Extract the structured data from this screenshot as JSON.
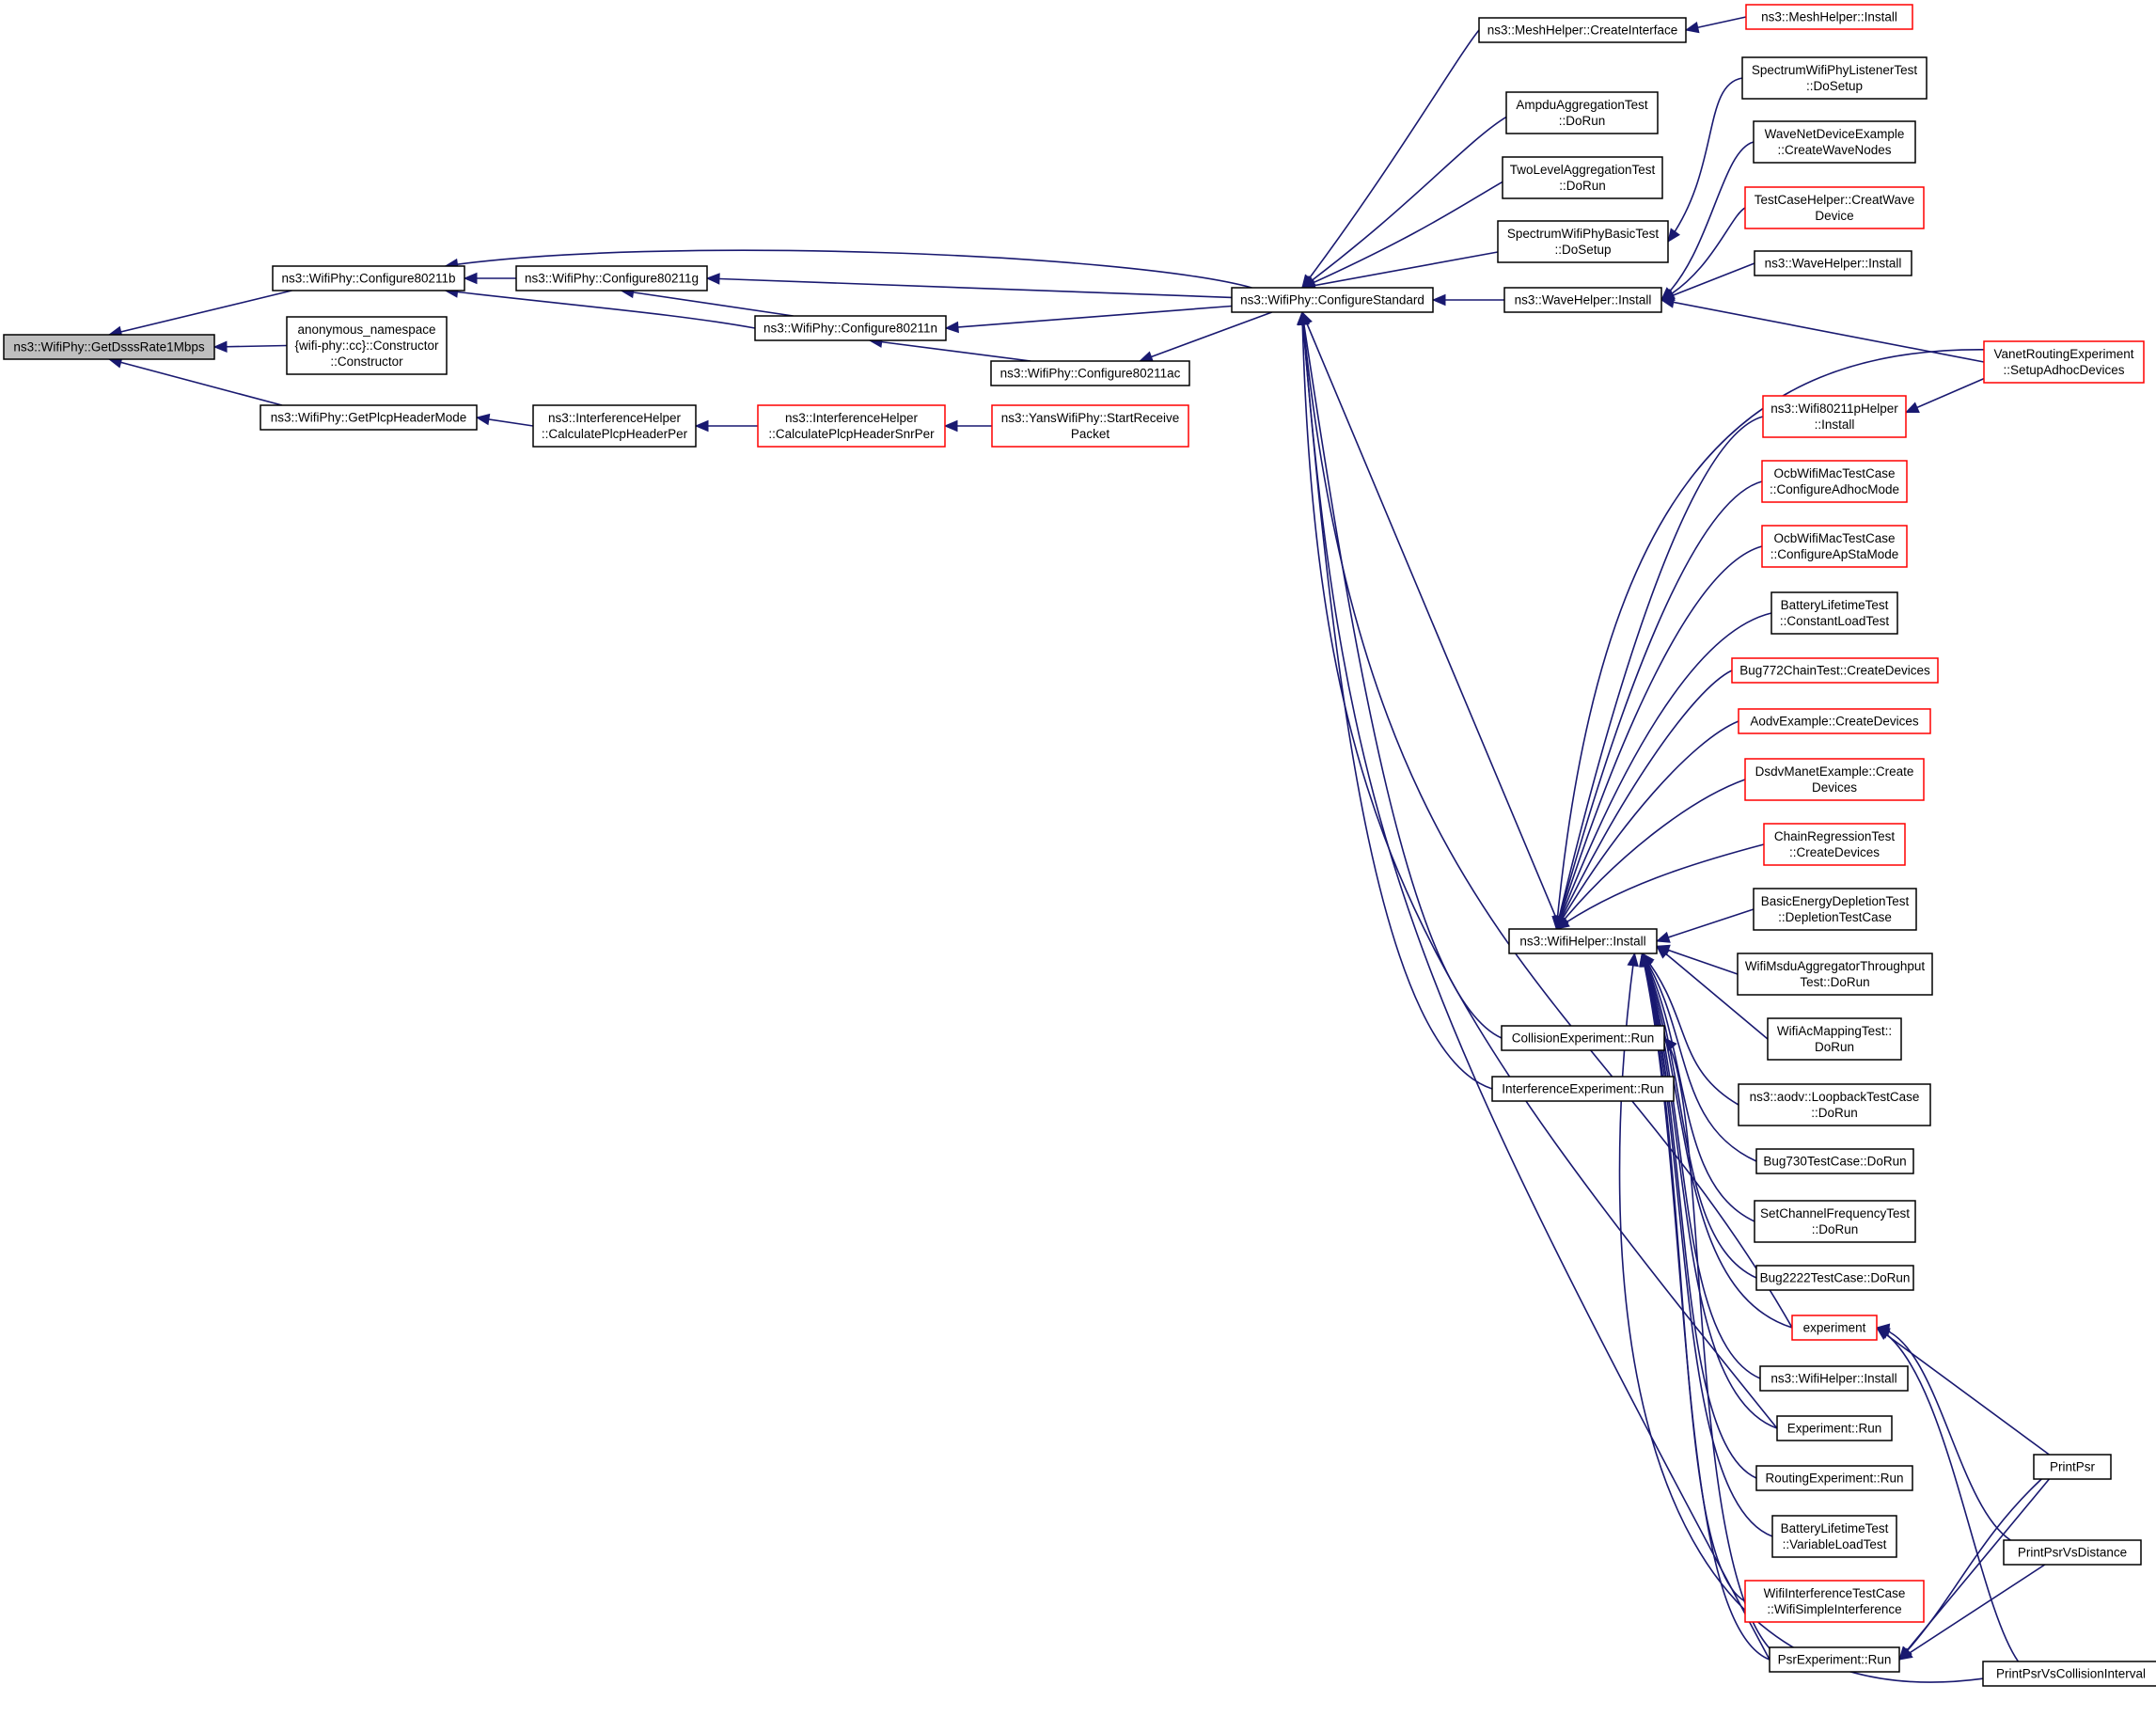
{
  "colors": {
    "edge": "#191970",
    "box_border": "#000000",
    "box_border_truncated": "#ff0000",
    "focus_fill": "#bfbfbf",
    "box_fill": "#ffffff"
  },
  "nodes": [
    {
      "id": "getdsss",
      "lines": [
        "ns3::WifiPhy::GetDsssRate1Mbps"
      ],
      "style": "focus"
    },
    {
      "id": "cfg_b",
      "lines": [
        "ns3::WifiPhy::Configure80211b"
      ],
      "style": "normal"
    },
    {
      "id": "anon",
      "lines": [
        "anonymous_namespace",
        "{wifi-phy::cc}::Constructor",
        "::Constructor"
      ],
      "style": "normal"
    },
    {
      "id": "getplcp",
      "lines": [
        "ns3::WifiPhy::GetPlcpHeaderMode"
      ],
      "style": "normal"
    },
    {
      "id": "cfg_g",
      "lines": [
        "ns3::WifiPhy::Configure80211g"
      ],
      "style": "normal"
    },
    {
      "id": "cfg_n",
      "lines": [
        "ns3::WifiPhy::Configure80211n"
      ],
      "style": "normal"
    },
    {
      "id": "cfg_ac",
      "lines": [
        "ns3::WifiPhy::Configure80211ac"
      ],
      "style": "normal"
    },
    {
      "id": "calcplcp",
      "lines": [
        "ns3::InterferenceHelper",
        "::CalculatePlcpHeaderPer"
      ],
      "style": "normal"
    },
    {
      "id": "calcsnr",
      "lines": [
        "ns3::InterferenceHelper",
        "::CalculatePlcpHeaderSnrPer"
      ],
      "style": "truncated"
    },
    {
      "id": "yans",
      "lines": [
        "ns3::YansWifiPhy::StartReceive",
        "Packet"
      ],
      "style": "truncated"
    },
    {
      "id": "cfgstd",
      "lines": [
        "ns3::WifiPhy::ConfigureStandard"
      ],
      "style": "normal"
    },
    {
      "id": "mesh_ci",
      "lines": [
        "ns3::MeshHelper::CreateInterface"
      ],
      "style": "normal"
    },
    {
      "id": "mesh_inst",
      "lines": [
        "ns3::MeshHelper::Install"
      ],
      "style": "truncated"
    },
    {
      "id": "ampdu",
      "lines": [
        "AmpduAggregationTest",
        "::DoRun"
      ],
      "style": "normal"
    },
    {
      "id": "twolevel",
      "lines": [
        "TwoLevelAggregationTest",
        "::DoRun"
      ],
      "style": "normal"
    },
    {
      "id": "specbasic",
      "lines": [
        "SpectrumWifiPhyBasicTest",
        "::DoSetup"
      ],
      "style": "normal"
    },
    {
      "id": "wave_inst",
      "lines": [
        "ns3::WaveHelper::Install"
      ],
      "style": "normal"
    },
    {
      "id": "wifi_inst",
      "lines": [
        "ns3::WifiHelper::Install"
      ],
      "style": "normal"
    },
    {
      "id": "collision",
      "lines": [
        "CollisionExperiment::Run"
      ],
      "style": "normal"
    },
    {
      "id": "interf",
      "lines": [
        "InterferenceExperiment::Run"
      ],
      "style": "normal"
    },
    {
      "id": "speclistener",
      "lines": [
        "SpectrumWifiPhyListenerTest",
        "::DoSetup"
      ],
      "style": "normal"
    },
    {
      "id": "wavenet",
      "lines": [
        "WaveNetDeviceExample",
        "::CreateWaveNodes"
      ],
      "style": "normal"
    },
    {
      "id": "testcase",
      "lines": [
        "TestCaseHelper::CreatWave",
        "Device"
      ],
      "style": "truncated"
    },
    {
      "id": "wave_inst2",
      "lines": [
        "ns3::WaveHelper::Install"
      ],
      "style": "normal"
    },
    {
      "id": "vanet",
      "lines": [
        "VanetRoutingExperiment",
        "::SetupAdhocDevices"
      ],
      "style": "truncated"
    },
    {
      "id": "wifi80211p",
      "lines": [
        "ns3::Wifi80211pHelper",
        "::Install"
      ],
      "style": "truncated"
    },
    {
      "id": "ocb_adhoc",
      "lines": [
        "OcbWifiMacTestCase",
        "::ConfigureAdhocMode"
      ],
      "style": "truncated"
    },
    {
      "id": "ocb_apsta",
      "lines": [
        "OcbWifiMacTestCase",
        "::ConfigureApStaMode"
      ],
      "style": "truncated"
    },
    {
      "id": "battery_const",
      "lines": [
        "BatteryLifetimeTest",
        "::ConstantLoadTest"
      ],
      "style": "normal"
    },
    {
      "id": "bug772",
      "lines": [
        "Bug772ChainTest::CreateDevices"
      ],
      "style": "truncated"
    },
    {
      "id": "aodv_ex",
      "lines": [
        "AodvExample::CreateDevices"
      ],
      "style": "truncated"
    },
    {
      "id": "dsdv",
      "lines": [
        "DsdvManetExample::Create",
        "Devices"
      ],
      "style": "truncated"
    },
    {
      "id": "chainreg",
      "lines": [
        "ChainRegressionTest",
        "::CreateDevices"
      ],
      "style": "truncated"
    },
    {
      "id": "basicenergy",
      "lines": [
        "BasicEnergyDepletionTest",
        "::DepletionTestCase"
      ],
      "style": "normal"
    },
    {
      "id": "msdu",
      "lines": [
        "WifiMsduAggregatorThroughput",
        "Test::DoRun"
      ],
      "style": "normal"
    },
    {
      "id": "acmap",
      "lines": [
        "WifiAcMappingTest::",
        "DoRun"
      ],
      "style": "normal"
    },
    {
      "id": "loopback",
      "lines": [
        "ns3::aodv::LoopbackTestCase",
        "::DoRun"
      ],
      "style": "normal"
    },
    {
      "id": "bug730",
      "lines": [
        "Bug730TestCase::DoRun"
      ],
      "style": "normal"
    },
    {
      "id": "setchan",
      "lines": [
        "SetChannelFrequencyTest",
        "::DoRun"
      ],
      "style": "normal"
    },
    {
      "id": "bug2222",
      "lines": [
        "Bug2222TestCase::DoRun"
      ],
      "style": "normal"
    },
    {
      "id": "experiment",
      "lines": [
        "experiment"
      ],
      "style": "truncated"
    },
    {
      "id": "wifi_inst2",
      "lines": [
        "ns3::WifiHelper::Install"
      ],
      "style": "normal"
    },
    {
      "id": "exp_run",
      "lines": [
        "Experiment::Run"
      ],
      "style": "normal"
    },
    {
      "id": "routing",
      "lines": [
        "RoutingExperiment::Run"
      ],
      "style": "normal"
    },
    {
      "id": "battery_var",
      "lines": [
        "BatteryLifetimeTest",
        "::VariableLoadTest"
      ],
      "style": "normal"
    },
    {
      "id": "wifiinterf",
      "lines": [
        "WifiInterferenceTestCase",
        "::WifiSimpleInterference"
      ],
      "style": "truncated"
    },
    {
      "id": "psr_run",
      "lines": [
        "PsrExperiment::Run"
      ],
      "style": "normal"
    },
    {
      "id": "printpsr",
      "lines": [
        "PrintPsr"
      ],
      "style": "normal"
    },
    {
      "id": "printpsr_dist",
      "lines": [
        "PrintPsrVsDistance"
      ],
      "style": "normal"
    },
    {
      "id": "printpsr_coll",
      "lines": [
        "PrintPsrVsCollisionInterval"
      ],
      "style": "normal"
    }
  ]
}
